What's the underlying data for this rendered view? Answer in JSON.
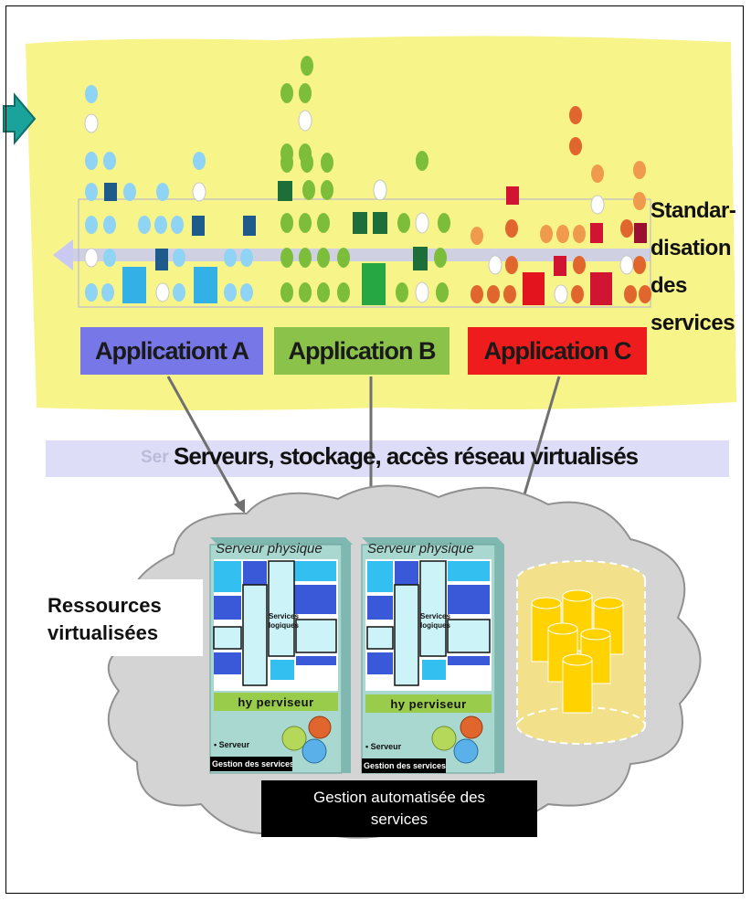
{
  "applications": [
    {
      "label": "Applicationt A",
      "color": "#7777e8"
    },
    {
      "label": "Application B",
      "color": "#8bc34a"
    },
    {
      "label": "Application C",
      "color": "#ee1c1c"
    }
  ],
  "standardisation_lines": [
    "Standar-",
    "disation",
    "des",
    "services"
  ],
  "virtualized_band": {
    "label": "Serveurs, stockage, accès réseau virtualisés",
    "ghost_label": "Ser"
  },
  "resources_lines": [
    "Ressources",
    "virtualisées"
  ],
  "servers": [
    {
      "title": "Serveur physique",
      "hypervisor": "hy perviseur",
      "stack_label_1": "Services",
      "stack_label_2": "logiques",
      "bullet": "• Serveur",
      "bar": "Gestion des services"
    },
    {
      "title": "Serveur physique",
      "hypervisor": "hy perviseur",
      "stack_label_1": "Services",
      "stack_label_2": "logiques",
      "bullet": "• Serveur",
      "bar": "Gestion des services"
    }
  ],
  "gestion": {
    "line1": "Gestion automatisée des",
    "line2": "services"
  },
  "colors": {
    "yellow_area": "#f7f48a",
    "band": "#d9d9f7",
    "cloud": "#d4d4d4",
    "server": "#a8d8d0",
    "hypervisor": "#9acc4b",
    "storage": "#ffd200",
    "arrow": "#1aa39a"
  }
}
